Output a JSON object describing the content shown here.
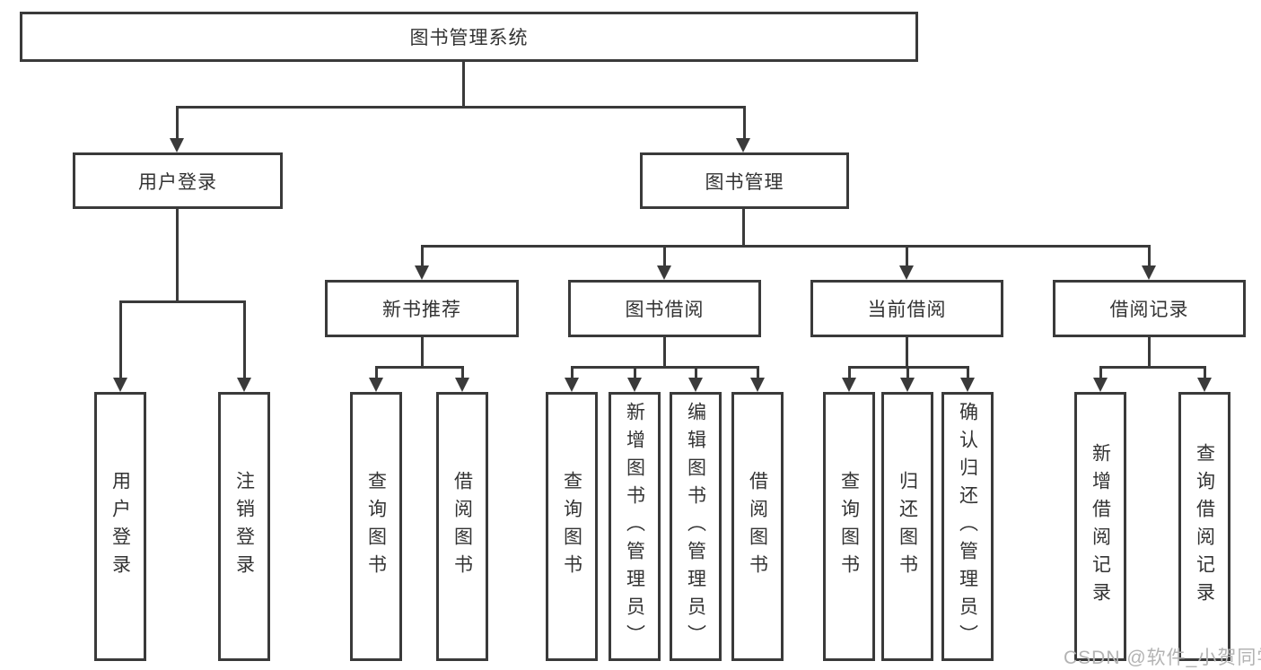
{
  "watermark": "CSDN @软件_小贺同学",
  "colors": {
    "line": "#3a3a3a",
    "text": "#333333",
    "watermark": "#b3b3b3",
    "background": "#ffffff"
  },
  "tree": {
    "root": "图书管理系统",
    "level2": [
      {
        "label": "用户登录",
        "leaves": [
          "用户登录",
          "注销登录"
        ]
      },
      {
        "label": "图书管理",
        "groups": [
          {
            "label": "新书推荐",
            "leaves": [
              "查询图书",
              "借阅图书"
            ]
          },
          {
            "label": "图书借阅",
            "leaves": [
              "查询图书",
              "新增图书（管理员）",
              "编辑图书（管理员）",
              "借阅图书"
            ]
          },
          {
            "label": "当前借阅",
            "leaves": [
              "查询图书",
              "归还图书",
              "确认归还（管理员）"
            ]
          },
          {
            "label": "借阅记录",
            "leaves": [
              "新增借阅记录",
              "查询借阅记录"
            ]
          }
        ]
      }
    ]
  }
}
